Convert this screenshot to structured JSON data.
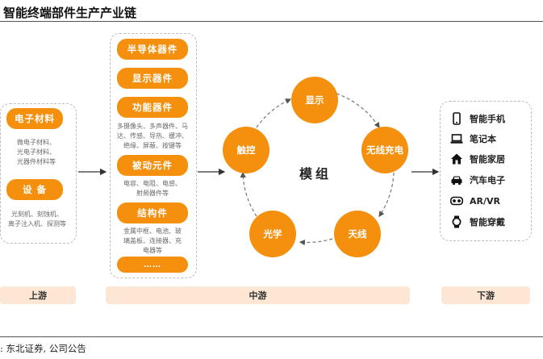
{
  "title": "智能终端部件生产产业链",
  "upstream": {
    "pill1": "电子材料",
    "note1": [
      "微电子材料、",
      "光电子材料、",
      "光器件材料等"
    ],
    "pill2": "设 备",
    "note2": [
      "光刻机、刻蚀机、",
      "离子注入机、探测等"
    ]
  },
  "midstream": {
    "pills": [
      "半导体器件",
      "显示器件",
      "功能器件",
      "被动元件",
      "结构件",
      "……"
    ],
    "notes": {
      "functional": [
        "多摄像头、多声器件、马",
        "达、传感、导热、缓冲、",
        "绝缘、屏蔽、按键等"
      ],
      "passive": [
        "电容、电阻、电感、",
        "射频器件等"
      ],
      "structural": [
        "金属中框、电池、玻",
        "璃盖板、连接器、充",
        "电器等"
      ]
    }
  },
  "module": {
    "center": "模组",
    "nodes": [
      "显示",
      "无线充电",
      "天线",
      "光学",
      "触控"
    ]
  },
  "downstream": {
    "items": [
      {
        "icon": "smartphone-icon",
        "label": "智能手机"
      },
      {
        "icon": "laptop-icon",
        "label": "笔记本"
      },
      {
        "icon": "smart-home-icon",
        "label": "智能家居"
      },
      {
        "icon": "car-icon",
        "label": "汽车电子"
      },
      {
        "icon": "vr-headset-icon",
        "label": "AR/VR"
      },
      {
        "icon": "wearable-icon",
        "label": "智能穿戴"
      }
    ]
  },
  "stages": {
    "up": "上游",
    "mid": "中游",
    "down": "下游"
  },
  "source": ":  东北证券, 公司公告",
  "colors": {
    "accent": "#f5900f",
    "stage_bg": "#fde7d4"
  }
}
